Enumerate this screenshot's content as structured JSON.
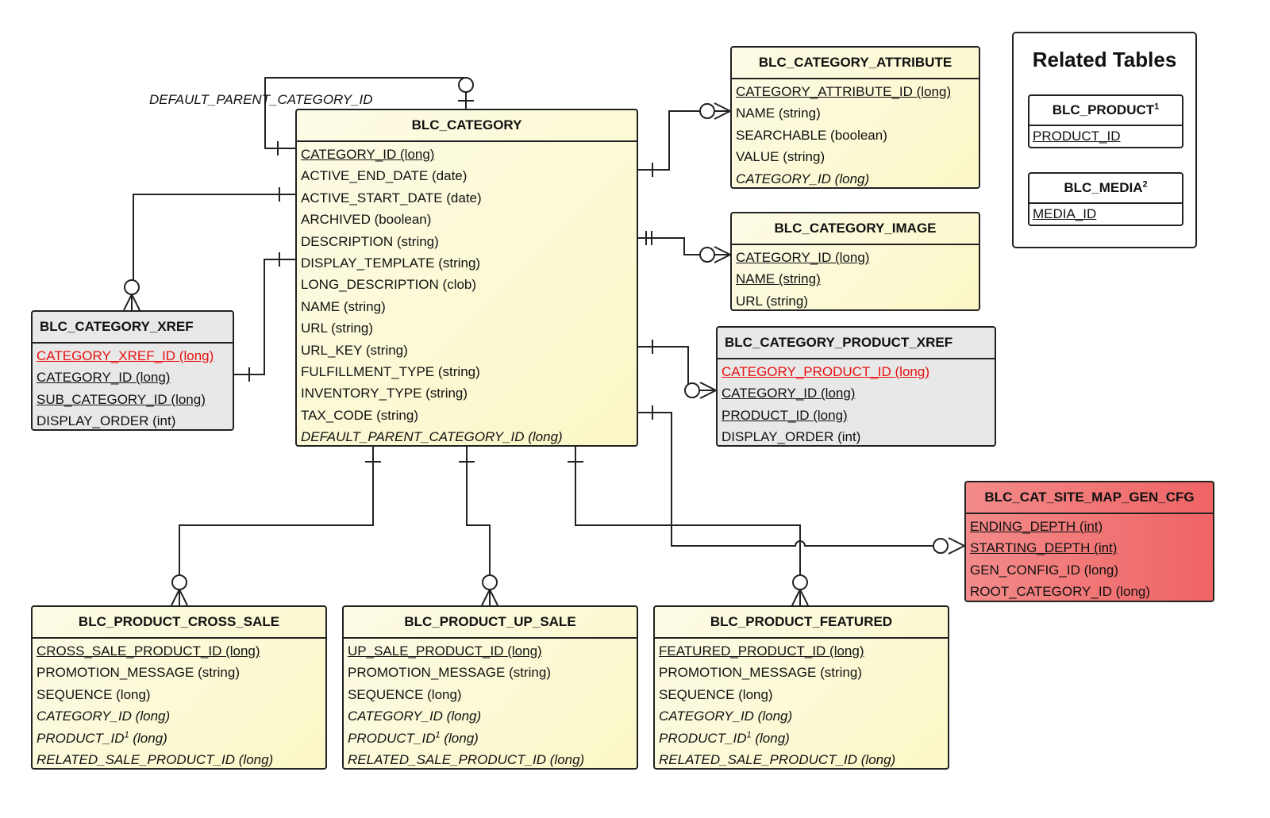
{
  "relationship_label": "DEFAULT_PARENT_CATEGORY_ID",
  "legend": {
    "title": "Related Tables",
    "tables": [
      {
        "name": "BLC_PRODUCT",
        "sup": "1",
        "field": "PRODUCT_ID"
      },
      {
        "name": "BLC_MEDIA",
        "sup": "2",
        "field": "MEDIA_ID"
      }
    ]
  },
  "entities": {
    "category": {
      "name": "BLC_CATEGORY",
      "fields": [
        "CATEGORY_ID (long)",
        "ACTIVE_END_DATE (date)",
        "ACTIVE_START_DATE (date)",
        "ARCHIVED (boolean)",
        "DESCRIPTION (string)",
        "DISPLAY_TEMPLATE (string)",
        "LONG_DESCRIPTION (clob)",
        "NAME (string)",
        "URL (string)",
        "URL_KEY (string)",
        "FULFILLMENT_TYPE (string)",
        "INVENTORY_TYPE (string)",
        "TAX_CODE (string)",
        "DEFAULT_PARENT_CATEGORY_ID (long)"
      ]
    },
    "category_attribute": {
      "name": "BLC_CATEGORY_ATTRIBUTE",
      "fields": [
        "CATEGORY_ATTRIBUTE_ID (long)",
        "NAME (string)",
        "SEARCHABLE (boolean)",
        "VALUE (string)",
        "CATEGORY_ID (long)"
      ]
    },
    "category_image": {
      "name": "BLC_CATEGORY_IMAGE",
      "fields": [
        "CATEGORY_ID (long)",
        "NAME (string)",
        "URL (string)"
      ]
    },
    "category_product_xref": {
      "name": "BLC_CATEGORY_PRODUCT_XREF",
      "fields": [
        "CATEGORY_PRODUCT_ID (long)",
        "CATEGORY_ID (long)",
        "PRODUCT_ID (long)",
        "DISPLAY_ORDER (int)"
      ]
    },
    "category_xref": {
      "name": "BLC_CATEGORY_XREF",
      "fields": [
        "CATEGORY_XREF_ID (long)",
        "CATEGORY_ID (long)",
        "SUB_CATEGORY_ID (long)",
        "DISPLAY_ORDER (int)"
      ]
    },
    "cat_site_map": {
      "name": "BLC_CAT_SITE_MAP_GEN_CFG",
      "fields": [
        "ENDING_DEPTH (int)",
        "STARTING_DEPTH (int)",
        "GEN_CONFIG_ID (long)",
        "ROOT_CATEGORY_ID (long)"
      ]
    },
    "cross_sale": {
      "name": "BLC_PRODUCT_CROSS_SALE",
      "fields": [
        "CROSS_SALE_PRODUCT_ID (long)",
        "PROMOTION_MESSAGE (string)",
        "SEQUENCE (long)",
        "CATEGORY_ID (long)",
        "PRODUCT_ID",
        "RELATED_SALE_PRODUCT_ID (long)"
      ],
      "sup_field_index": 4,
      "sup": "1",
      "sup_suffix": " (long)"
    },
    "up_sale": {
      "name": "BLC_PRODUCT_UP_SALE",
      "fields": [
        "UP_SALE_PRODUCT_ID (long)",
        "PROMOTION_MESSAGE (string)",
        "SEQUENCE (long)",
        "CATEGORY_ID (long)",
        "PRODUCT_ID",
        "RELATED_SALE_PRODUCT_ID (long)"
      ],
      "sup": "1",
      "sup_suffix": " (long)"
    },
    "featured": {
      "name": "BLC_PRODUCT_FEATURED",
      "fields": [
        "FEATURED_PRODUCT_ID (long)",
        "PROMOTION_MESSAGE (string)",
        "SEQUENCE (long)",
        "CATEGORY_ID (long)",
        "PRODUCT_ID",
        "RELATED_SALE_PRODUCT_ID (long)"
      ],
      "sup": "1",
      "sup_suffix": " (long)"
    }
  },
  "colors": {
    "entity_yellow": "#fbf7c6",
    "entity_gray": "#e8e8e8",
    "entity_red": "#f06464",
    "highlight_text": "#e81010",
    "line": "#222222"
  }
}
